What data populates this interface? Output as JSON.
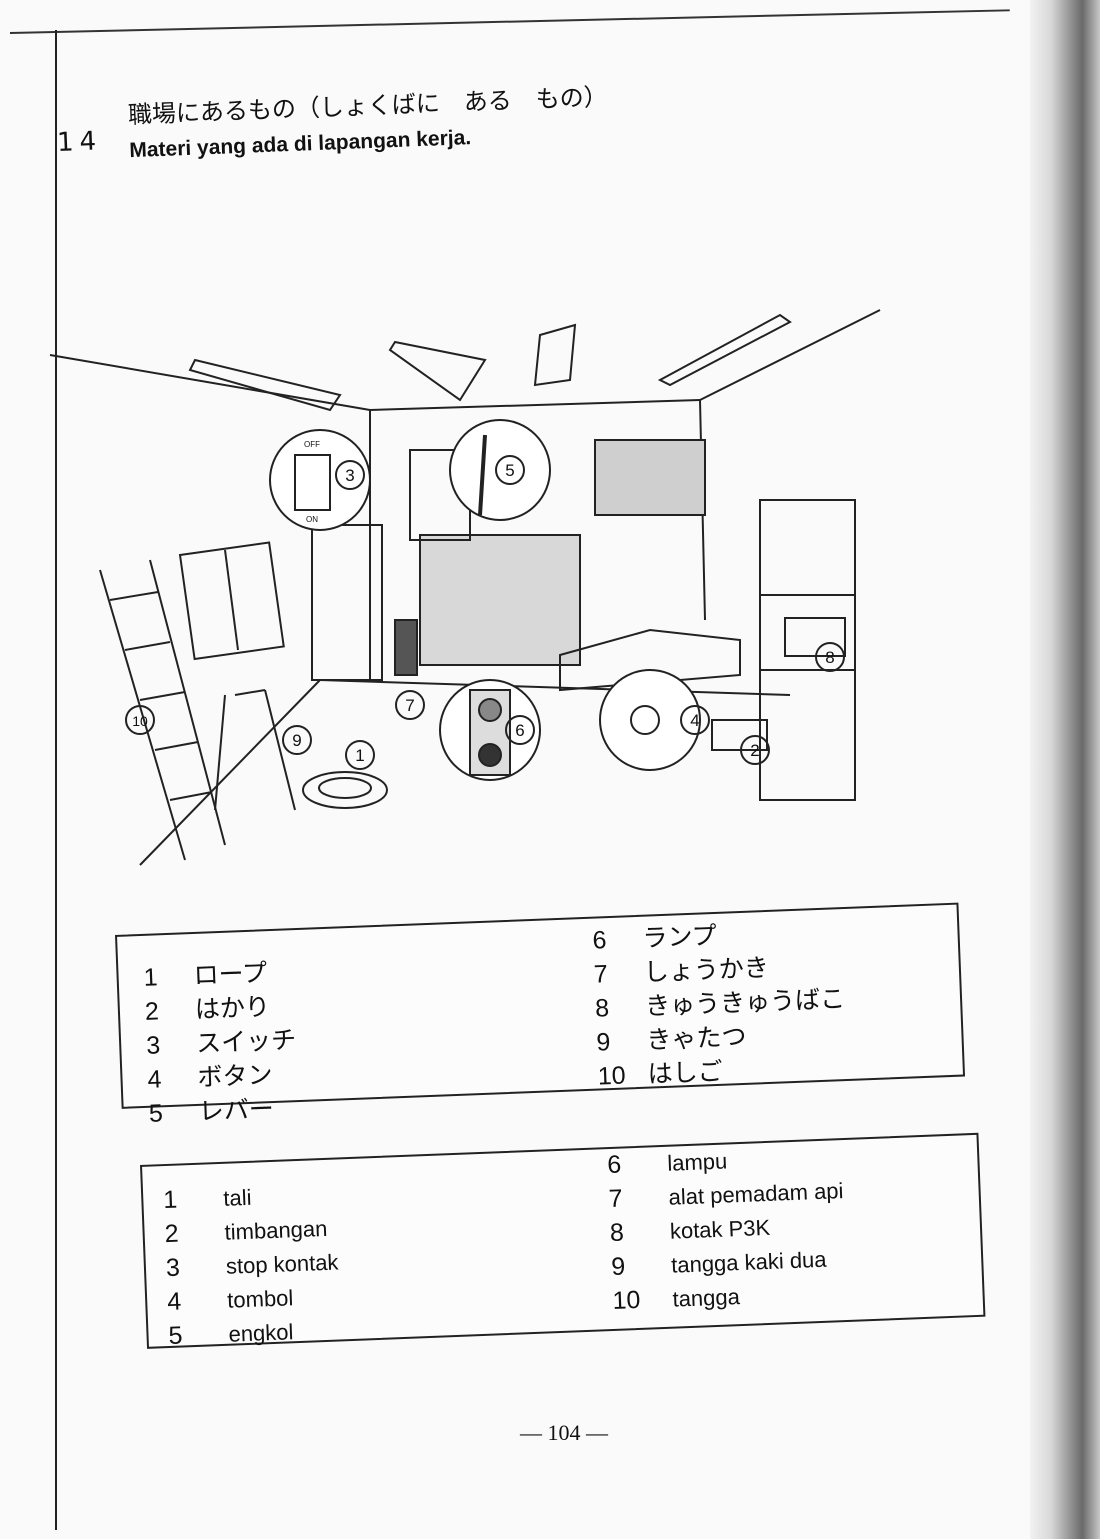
{
  "heading": {
    "number": "14",
    "title_jp": "職場にあるもの（しょくばに　ある　もの）",
    "title_id": "Materi yang ada di lapangan kerja."
  },
  "illustration_labels": [
    "1",
    "2",
    "3",
    "4",
    "5",
    "6",
    "7",
    "8",
    "9",
    "10"
  ],
  "switch_text": {
    "off": "OFF",
    "on": "ON"
  },
  "jp_list": [
    {
      "n": "1",
      "text": "ロープ"
    },
    {
      "n": "2",
      "text": "はかり"
    },
    {
      "n": "3",
      "text": "スイッチ"
    },
    {
      "n": "4",
      "text": "ボタン"
    },
    {
      "n": "5",
      "text": "レバー"
    },
    {
      "n": "6",
      "text": "ランプ"
    },
    {
      "n": "7",
      "text": "しょうかき"
    },
    {
      "n": "8",
      "text": "きゅうきゅうばこ"
    },
    {
      "n": "9",
      "text": "きゃたつ"
    },
    {
      "n": "10",
      "text": "はしご"
    }
  ],
  "id_list": [
    {
      "n": "1",
      "text": "tali"
    },
    {
      "n": "2",
      "text": "timbangan"
    },
    {
      "n": "3",
      "text": "stop kontak"
    },
    {
      "n": "4",
      "text": "tombol"
    },
    {
      "n": "5",
      "text": "engkol"
    },
    {
      "n": "6",
      "text": "lampu"
    },
    {
      "n": "7",
      "text": "alat pemadam api"
    },
    {
      "n": "8",
      "text": "kotak P3K"
    },
    {
      "n": "9",
      "text": "tangga kaki dua"
    },
    {
      "n": "10",
      "text": "tangga"
    }
  ],
  "page_number": "— 104 —"
}
